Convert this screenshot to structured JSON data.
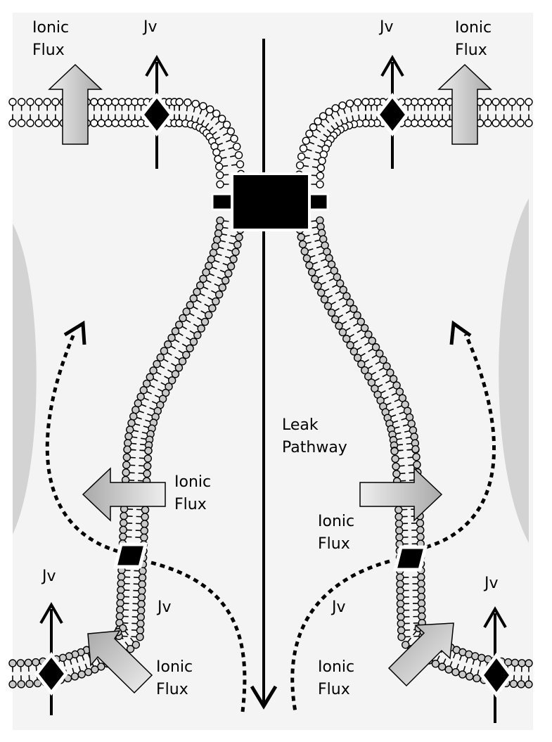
{
  "colors": {
    "background": "#f4f4f4",
    "page": "#ffffff",
    "cell_shape": "#d3d3d3",
    "head_fill": "#c9c9c9",
    "big_arrow_light": "#eeeeee",
    "big_arrow_dark": "#a9a9a9",
    "ink": "#000000"
  },
  "labels": {
    "top_left_flux_1": "Ionic",
    "top_left_flux_2": "Flux",
    "top_left_jv": "Jv",
    "top_right_jv": "Jv",
    "top_right_flux_1": "Ionic",
    "top_right_flux_2": "Flux",
    "leak_1": "Leak",
    "leak_2": "Pathway",
    "mid_left_flux_1": "Ionic",
    "mid_left_flux_2": "Flux",
    "mid_right_flux_1": "Ionic",
    "mid_right_flux_2": "Flux",
    "bottom_left_jv": "Jv",
    "bottom_right_jv": "Jv",
    "inner_left_jv": "Jv",
    "inner_right_jv": "Jv",
    "bottom_left_flux_1": "Ionic",
    "bottom_left_flux_2": "Flux",
    "bottom_right_flux_1": "Ionic",
    "bottom_right_flux_2": "Flux"
  },
  "icons": {
    "transporter": "black-diamond-icon",
    "junction": "black-block-icon",
    "flux_arrow": "gradient-block-arrow-icon",
    "water_arrow": "black-line-arrow-icon",
    "paracellular_path": "dotted-arrow-icon"
  }
}
